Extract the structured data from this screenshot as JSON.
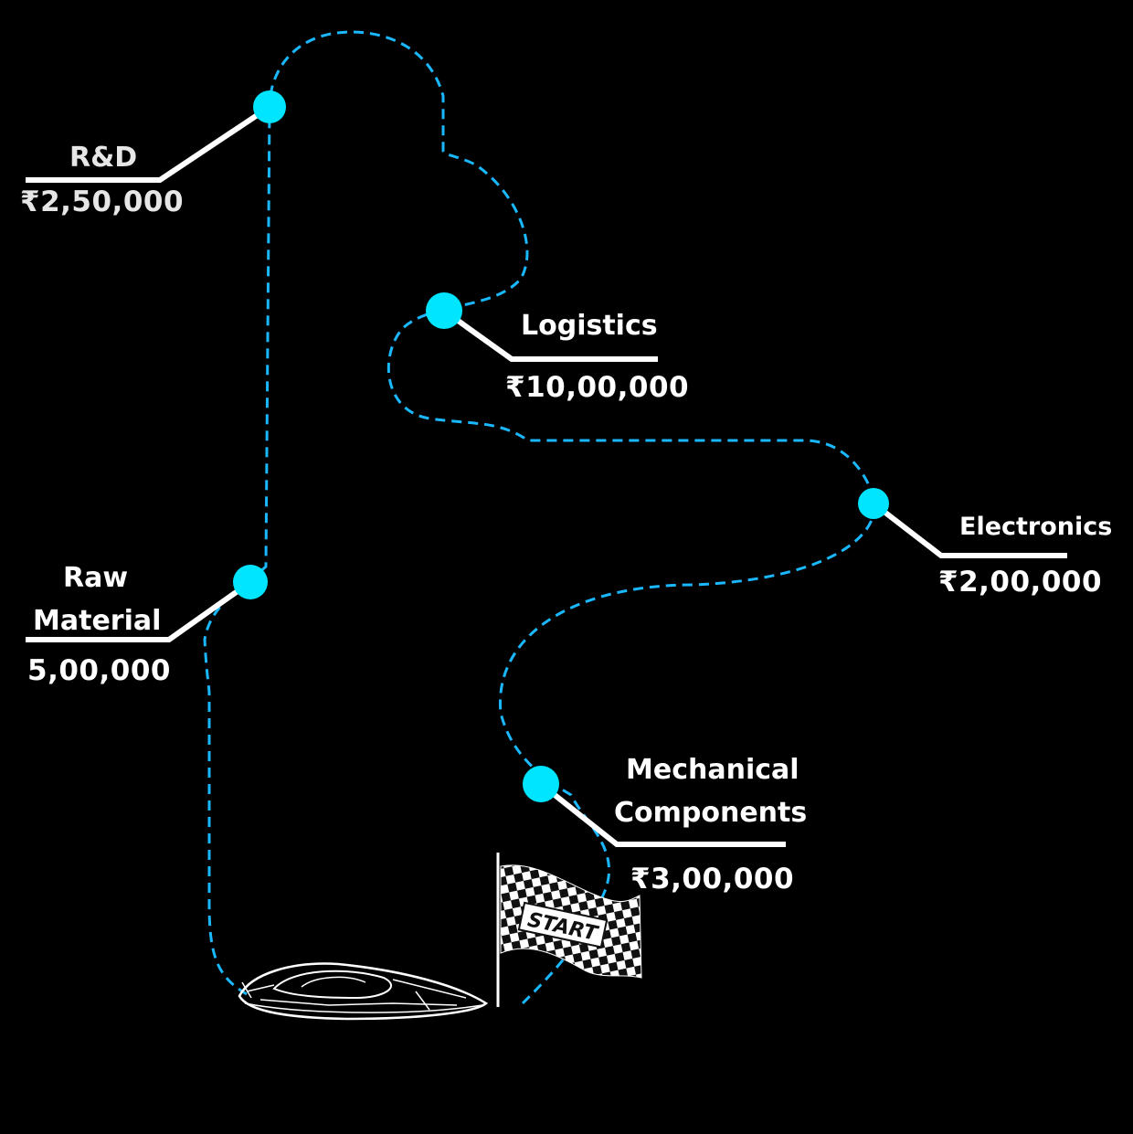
{
  "accent_color": "#00e5ff",
  "path_color": "#1ab8ff",
  "leader_color": "#ffffff",
  "milestones": [
    {
      "id": "rd",
      "name": "R&D",
      "amount": "₹2,50,000"
    },
    {
      "id": "logistics",
      "name": "Logistics",
      "amount": "₹10,00,000"
    },
    {
      "id": "electronics",
      "name": "Electronics",
      "amount": "₹2,00,000"
    },
    {
      "id": "raw-material",
      "name_line1": "Raw",
      "name_line2": "Material",
      "amount": "5,00,000"
    },
    {
      "id": "mechanical",
      "name_line1": "Mechanical",
      "name_line2": "Components",
      "amount": "₹3,00,000"
    }
  ],
  "flag_text": "START",
  "icons": [
    "checkered-flag-icon",
    "race-car-icon"
  ]
}
